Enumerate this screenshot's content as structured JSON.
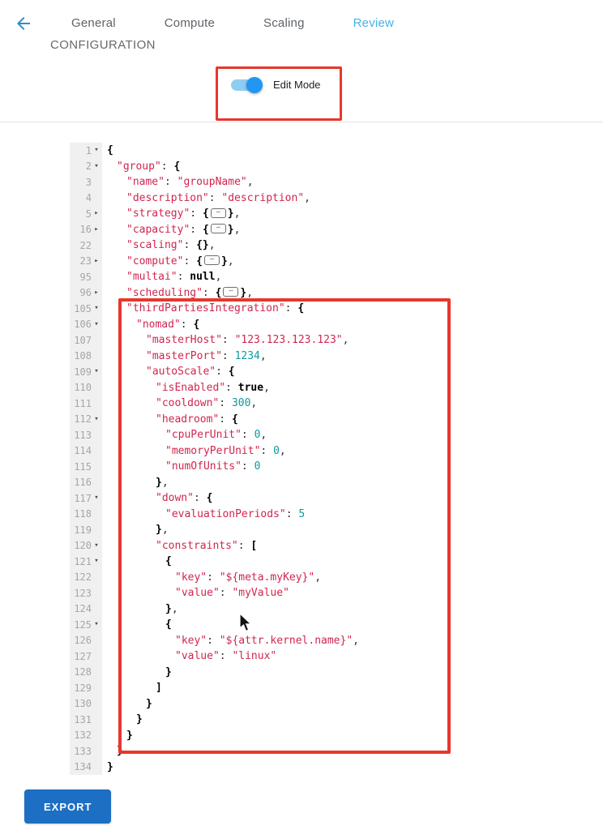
{
  "nav": {
    "tabs": [
      {
        "label": "General",
        "active": false
      },
      {
        "label": "Compute",
        "active": false
      },
      {
        "label": "Scaling",
        "active": false
      },
      {
        "label": "Review",
        "active": true
      }
    ]
  },
  "config": {
    "section_label": "CONFIGURATION",
    "edit_mode": {
      "label": "Edit Mode",
      "enabled": true
    }
  },
  "editor": {
    "lines": [
      {
        "n": 1,
        "i": 0,
        "fold": "open",
        "tk": [
          [
            "b",
            "{"
          ]
        ]
      },
      {
        "n": 2,
        "i": 1,
        "fold": "open",
        "tk": [
          [
            "k",
            "\"group\""
          ],
          [
            "p",
            ": "
          ],
          [
            "b",
            "{"
          ]
        ]
      },
      {
        "n": 3,
        "i": 2,
        "fold": null,
        "tk": [
          [
            "k",
            "\"name\""
          ],
          [
            "p",
            ": "
          ],
          [
            "s",
            "\"groupName\""
          ],
          [
            "p",
            ","
          ]
        ]
      },
      {
        "n": 4,
        "i": 2,
        "fold": null,
        "tk": [
          [
            "k",
            "\"description\""
          ],
          [
            "p",
            ": "
          ],
          [
            "s",
            "\"description\""
          ],
          [
            "p",
            ","
          ]
        ]
      },
      {
        "n": 5,
        "i": 2,
        "fold": "closed",
        "tk": [
          [
            "k",
            "\"strategy\""
          ],
          [
            "p",
            ": "
          ],
          [
            "b",
            "{"
          ],
          [
            "w",
            ""
          ],
          [
            "b",
            "}"
          ],
          [
            "p",
            ","
          ]
        ]
      },
      {
        "n": 16,
        "i": 2,
        "fold": "closed",
        "tk": [
          [
            "k",
            "\"capacity\""
          ],
          [
            "p",
            ": "
          ],
          [
            "b",
            "{"
          ],
          [
            "w",
            ""
          ],
          [
            "b",
            "}"
          ],
          [
            "p",
            ","
          ]
        ]
      },
      {
        "n": 22,
        "i": 2,
        "fold": null,
        "tk": [
          [
            "k",
            "\"scaling\""
          ],
          [
            "p",
            ": "
          ],
          [
            "b",
            "{}"
          ],
          [
            "p",
            ","
          ]
        ]
      },
      {
        "n": 23,
        "i": 2,
        "fold": "closed",
        "tk": [
          [
            "k",
            "\"compute\""
          ],
          [
            "p",
            ": "
          ],
          [
            "b",
            "{"
          ],
          [
            "w",
            ""
          ],
          [
            "b",
            "}"
          ],
          [
            "p",
            ","
          ]
        ]
      },
      {
        "n": 95,
        "i": 2,
        "fold": null,
        "tk": [
          [
            "k",
            "\"multai\""
          ],
          [
            "p",
            ": "
          ],
          [
            "t",
            "null"
          ],
          [
            "p",
            ","
          ]
        ]
      },
      {
        "n": 96,
        "i": 2,
        "fold": "closed",
        "tk": [
          [
            "k",
            "\"scheduling\""
          ],
          [
            "p",
            ": "
          ],
          [
            "b",
            "{"
          ],
          [
            "w",
            ""
          ],
          [
            "b",
            "}"
          ],
          [
            "p",
            ","
          ]
        ]
      },
      {
        "n": 105,
        "i": 2,
        "fold": "open",
        "tk": [
          [
            "k",
            "\"thirdPartiesIntegration\""
          ],
          [
            "p",
            ": "
          ],
          [
            "b",
            "{"
          ]
        ]
      },
      {
        "n": 106,
        "i": 3,
        "fold": "open",
        "tk": [
          [
            "k",
            "\"nomad\""
          ],
          [
            "p",
            ": "
          ],
          [
            "b",
            "{"
          ]
        ]
      },
      {
        "n": 107,
        "i": 4,
        "fold": null,
        "tk": [
          [
            "k",
            "\"masterHost\""
          ],
          [
            "p",
            ": "
          ],
          [
            "s",
            "\"123.123.123.123\""
          ],
          [
            "p",
            ","
          ]
        ]
      },
      {
        "n": 108,
        "i": 4,
        "fold": null,
        "tk": [
          [
            "k",
            "\"masterPort\""
          ],
          [
            "p",
            ": "
          ],
          [
            "n",
            "1234"
          ],
          [
            "p",
            ","
          ]
        ]
      },
      {
        "n": 109,
        "i": 4,
        "fold": "open",
        "tk": [
          [
            "k",
            "\"autoScale\""
          ],
          [
            "p",
            ": "
          ],
          [
            "b",
            "{"
          ]
        ]
      },
      {
        "n": 110,
        "i": 5,
        "fold": null,
        "tk": [
          [
            "k",
            "\"isEnabled\""
          ],
          [
            "p",
            ": "
          ],
          [
            "t",
            "true"
          ],
          [
            "p",
            ","
          ]
        ]
      },
      {
        "n": 111,
        "i": 5,
        "fold": null,
        "tk": [
          [
            "k",
            "\"cooldown\""
          ],
          [
            "p",
            ": "
          ],
          [
            "n",
            "300"
          ],
          [
            "p",
            ","
          ]
        ]
      },
      {
        "n": 112,
        "i": 5,
        "fold": "open",
        "tk": [
          [
            "k",
            "\"headroom\""
          ],
          [
            "p",
            ": "
          ],
          [
            "b",
            "{"
          ]
        ]
      },
      {
        "n": 113,
        "i": 6,
        "fold": null,
        "tk": [
          [
            "k",
            "\"cpuPerUnit\""
          ],
          [
            "p",
            ": "
          ],
          [
            "n",
            "0"
          ],
          [
            "p",
            ","
          ]
        ]
      },
      {
        "n": 114,
        "i": 6,
        "fold": null,
        "tk": [
          [
            "k",
            "\"memoryPerUnit\""
          ],
          [
            "p",
            ": "
          ],
          [
            "n",
            "0"
          ],
          [
            "p",
            ","
          ]
        ]
      },
      {
        "n": 115,
        "i": 6,
        "fold": null,
        "tk": [
          [
            "k",
            "\"numOfUnits\""
          ],
          [
            "p",
            ": "
          ],
          [
            "n",
            "0"
          ]
        ]
      },
      {
        "n": 116,
        "i": 5,
        "fold": null,
        "tk": [
          [
            "b",
            "}"
          ],
          [
            "p",
            ","
          ]
        ]
      },
      {
        "n": 117,
        "i": 5,
        "fold": "open",
        "tk": [
          [
            "k",
            "\"down\""
          ],
          [
            "p",
            ": "
          ],
          [
            "b",
            "{"
          ]
        ]
      },
      {
        "n": 118,
        "i": 6,
        "fold": null,
        "tk": [
          [
            "k",
            "\"evaluationPeriods\""
          ],
          [
            "p",
            ": "
          ],
          [
            "n",
            "5"
          ]
        ]
      },
      {
        "n": 119,
        "i": 5,
        "fold": null,
        "tk": [
          [
            "b",
            "}"
          ],
          [
            "p",
            ","
          ]
        ]
      },
      {
        "n": 120,
        "i": 5,
        "fold": "open",
        "tk": [
          [
            "k",
            "\"constraints\""
          ],
          [
            "p",
            ": "
          ],
          [
            "b",
            "["
          ]
        ]
      },
      {
        "n": 121,
        "i": 6,
        "fold": "open",
        "tk": [
          [
            "b",
            "{"
          ]
        ]
      },
      {
        "n": 122,
        "i": 7,
        "fold": null,
        "tk": [
          [
            "k",
            "\"key\""
          ],
          [
            "p",
            ": "
          ],
          [
            "s",
            "\"${meta.myKey}\""
          ],
          [
            "p",
            ","
          ]
        ]
      },
      {
        "n": 123,
        "i": 7,
        "fold": null,
        "tk": [
          [
            "k",
            "\"value\""
          ],
          [
            "p",
            ": "
          ],
          [
            "s",
            "\"myValue\""
          ]
        ]
      },
      {
        "n": 124,
        "i": 6,
        "fold": null,
        "tk": [
          [
            "b",
            "}"
          ],
          [
            "p",
            ","
          ]
        ]
      },
      {
        "n": 125,
        "i": 6,
        "fold": "open",
        "tk": [
          [
            "b",
            "{"
          ]
        ]
      },
      {
        "n": 126,
        "i": 7,
        "fold": null,
        "tk": [
          [
            "k",
            "\"key\""
          ],
          [
            "p",
            ": "
          ],
          [
            "s",
            "\"${attr.kernel.name}\""
          ],
          [
            "p",
            ","
          ]
        ]
      },
      {
        "n": 127,
        "i": 7,
        "fold": null,
        "tk": [
          [
            "k",
            "\"value\""
          ],
          [
            "p",
            ": "
          ],
          [
            "s",
            "\"linux\""
          ]
        ]
      },
      {
        "n": 128,
        "i": 6,
        "fold": null,
        "tk": [
          [
            "b",
            "}"
          ]
        ]
      },
      {
        "n": 129,
        "i": 5,
        "fold": null,
        "tk": [
          [
            "b",
            "]"
          ]
        ]
      },
      {
        "n": 130,
        "i": 4,
        "fold": null,
        "tk": [
          [
            "b",
            "}"
          ]
        ]
      },
      {
        "n": 131,
        "i": 3,
        "fold": null,
        "tk": [
          [
            "b",
            "}"
          ]
        ]
      },
      {
        "n": 132,
        "i": 2,
        "fold": null,
        "tk": [
          [
            "b",
            "}"
          ]
        ]
      },
      {
        "n": 133,
        "i": 1,
        "fold": null,
        "tk": [
          [
            "b",
            "}"
          ]
        ]
      },
      {
        "n": 134,
        "i": 0,
        "fold": null,
        "tk": [
          [
            "b",
            "}"
          ]
        ]
      }
    ]
  },
  "footer": {
    "export_label": "EXPORT"
  },
  "colors": {
    "active_tab": "#45b2e8",
    "accent_blue": "#2196f3",
    "annotation_red": "#e7372e",
    "json_key": "#d0264e",
    "json_string": "#d0264e",
    "json_number": "#0b9aa2",
    "export_button": "#1d6fc4"
  }
}
